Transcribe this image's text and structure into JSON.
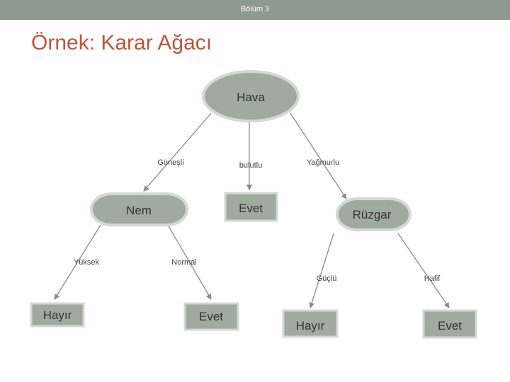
{
  "header": {
    "chapter": "Bölüm 3"
  },
  "slide": {
    "title": "Örnek: Karar Ağacı"
  },
  "colors": {
    "node_fill": "#a0aaa1",
    "node_stroke": "#d3d8d4",
    "edge": "#8a8a8a",
    "title": "#c0543b",
    "bar": "#8e9a8f"
  },
  "diagram": {
    "nodes": {
      "hava": "Hava",
      "nem": "Nem",
      "evet_bulutlu": "Evet",
      "ruzgar": "Rüzgar",
      "hayir_nem": "Hayır",
      "evet_nem": "Evet",
      "hayir_ruzgar": "Hayır",
      "evet_ruzgar": "Evet"
    },
    "edges": {
      "gunesli": "Güneşli",
      "bulutlu": "bulutlu",
      "yagmurlu": "Yağmurlu",
      "yuksek": "Yüksek",
      "normal": "Normal",
      "guclu": "Güçlü",
      "hafif": "Hafif"
    }
  }
}
